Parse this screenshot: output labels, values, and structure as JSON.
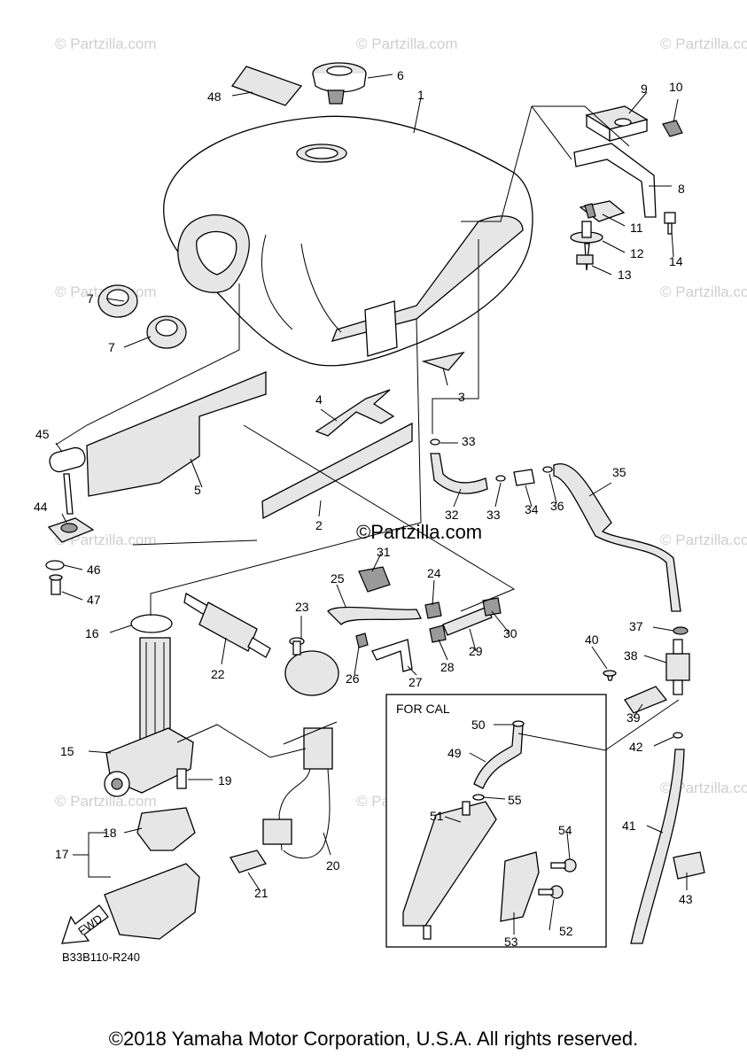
{
  "watermark": "© Partzilla.com",
  "center_watermark": "©Partzilla.com",
  "figure_code": "B33B110-R240",
  "cal_box_label": "FOR CAL",
  "fwd_label": "FWD",
  "copyright": "©2018 Yamaha Motor Corporation, U.S.A. All rights reserved.",
  "callouts": [
    "1",
    "2",
    "3",
    "4",
    "5",
    "6",
    "7",
    "7",
    "8",
    "9",
    "10",
    "11",
    "12",
    "13",
    "14",
    "15",
    "16",
    "17",
    "18",
    "19",
    "20",
    "21",
    "22",
    "23",
    "24",
    "25",
    "26",
    "27",
    "28",
    "29",
    "30",
    "31",
    "32",
    "33",
    "33",
    "34",
    "35",
    "36",
    "37",
    "38",
    "39",
    "40",
    "41",
    "42",
    "43",
    "44",
    "45",
    "46",
    "47",
    "48",
    "49",
    "50",
    "51",
    "52",
    "53",
    "54",
    "55"
  ]
}
